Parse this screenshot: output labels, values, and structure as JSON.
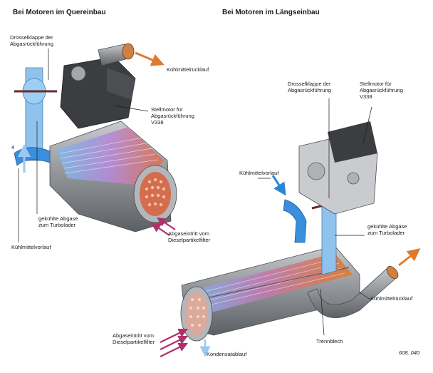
{
  "headings": {
    "left": "Bei Motoren im Quereinbau",
    "right": "Bei Motoren im Längseinbau"
  },
  "left": {
    "throttle": [
      "Drosselklappe der",
      "Abgasrückführung"
    ],
    "coolant_return": "Kühlmittelrücklauf",
    "actuator": [
      "Stellmotor für",
      "Abgasrückführung",
      "V338"
    ],
    "marker": "4",
    "cooled_gas": [
      "gekühlte Abgase",
      "zum Turbolader"
    ],
    "exhaust_inlet": [
      "Abgaseintritt vom",
      "Dieselpartikelfilter"
    ],
    "coolant_supply": "Kühlmittelvorlauf"
  },
  "right": {
    "throttle": [
      "Drosselklappe der",
      "Abgasrückführung"
    ],
    "actuator": [
      "Stellmotor für",
      "Abgasrückführung",
      "V338"
    ],
    "coolant_supply": "Kühlmittelvorlauf",
    "cooled_gas": [
      "gekühlte Abgase",
      "zum Turbolader"
    ],
    "coolant_return": "Kühlmittelrücklauf",
    "baffle": "Trennblech",
    "exhaust_inlet": [
      "Abgaseintritt vom",
      "Dieselpartikelfilter"
    ],
    "condensate": "Kondensatablauf"
  },
  "figure_id": "608_040",
  "colors": {
    "hot_exhaust": "#d9603a",
    "cooled_exhaust": "#7fb8e8",
    "coolant_supply": "#2b86d6",
    "coolant_return": "#e07a2e",
    "exhaust_inlet_arrow": "#b0306a",
    "housing": "#8f9296",
    "actuator_body": "#3b3d40"
  }
}
